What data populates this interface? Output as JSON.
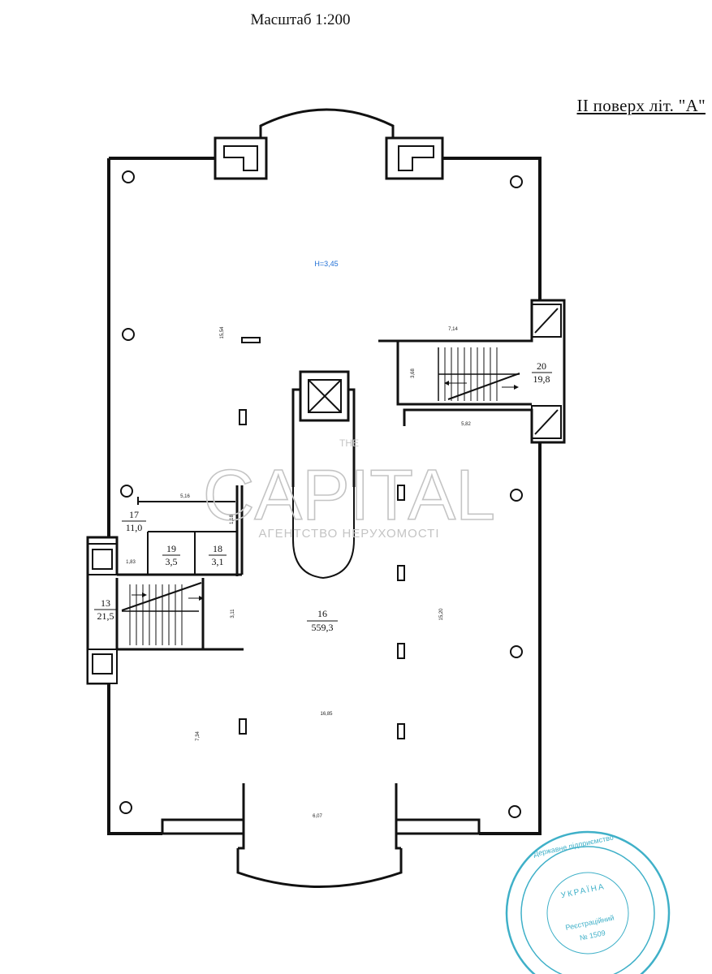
{
  "header": {
    "scale": "Масштаб 1:200",
    "floor_title": "ІІ поверх літ. \"А\""
  },
  "plan": {
    "height_label": "Н=3,45",
    "rooms": [
      {
        "num": "16",
        "area": "559,3"
      },
      {
        "num": "17",
        "area": "11,0"
      },
      {
        "num": "18",
        "area": "3,1"
      },
      {
        "num": "19",
        "area": "3,5"
      },
      {
        "num": "20",
        "area": "19,8"
      },
      {
        "num": "13",
        "area": "21,5"
      }
    ],
    "dimensions": {
      "d1": "15,54",
      "d2": "7,14",
      "d3": "3,68",
      "d4": "5,82",
      "d5": "5,16",
      "d6": "1,18",
      "d7": "1,83",
      "d8": "3,11",
      "d9": "15,20",
      "d10": "16,85",
      "d11": "7,34",
      "d12": "6,07"
    }
  },
  "watermark": {
    "small": "THE",
    "big": "CAPITAL",
    "sub": "АГЕНТСТВО НЕРУХОМОСТІ"
  },
  "stamp": {
    "ring": "Державне підприємство",
    "center": "УКРАЇНА",
    "lines": [
      "Реєстраційний",
      "№ 1509"
    ]
  },
  "colors": {
    "ink": "#111111",
    "annotation": "#1f6fd6",
    "stamp": "#3fb0c8",
    "watermark": "#bdbdbd"
  }
}
